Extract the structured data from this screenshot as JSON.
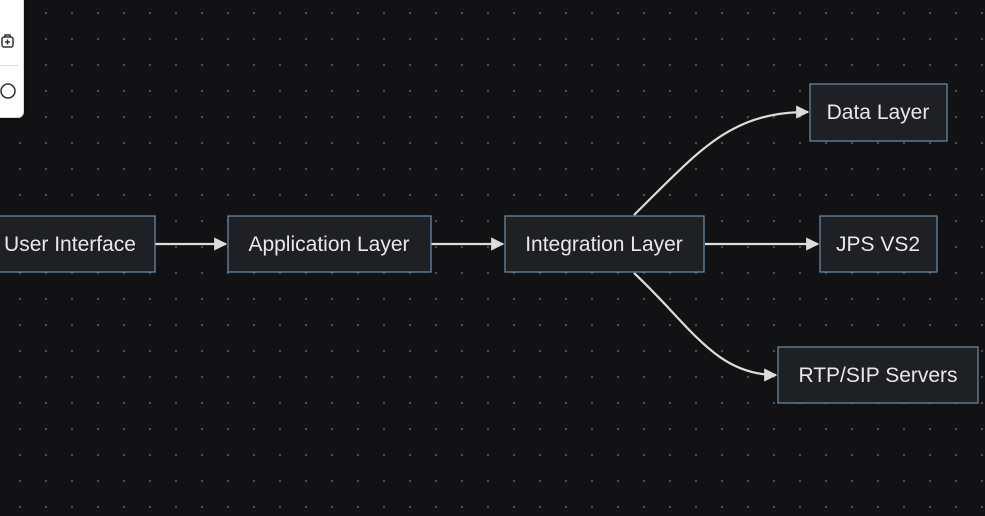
{
  "diagram": {
    "nodes": [
      {
        "id": "ui",
        "label": "User Interface"
      },
      {
        "id": "app",
        "label": "Application Layer"
      },
      {
        "id": "integration",
        "label": "Integration Layer"
      },
      {
        "id": "data",
        "label": "Data Layer"
      },
      {
        "id": "jps",
        "label": "JPS VS2"
      },
      {
        "id": "rtp",
        "label": "RTP/SIP Servers"
      }
    ],
    "edges": [
      {
        "from": "ui",
        "to": "app"
      },
      {
        "from": "app",
        "to": "integration"
      },
      {
        "from": "integration",
        "to": "data"
      },
      {
        "from": "integration",
        "to": "jps"
      },
      {
        "from": "integration",
        "to": "rtp"
      }
    ]
  },
  "toolbar": {
    "icons": [
      "add-icon",
      "info-icon"
    ]
  }
}
